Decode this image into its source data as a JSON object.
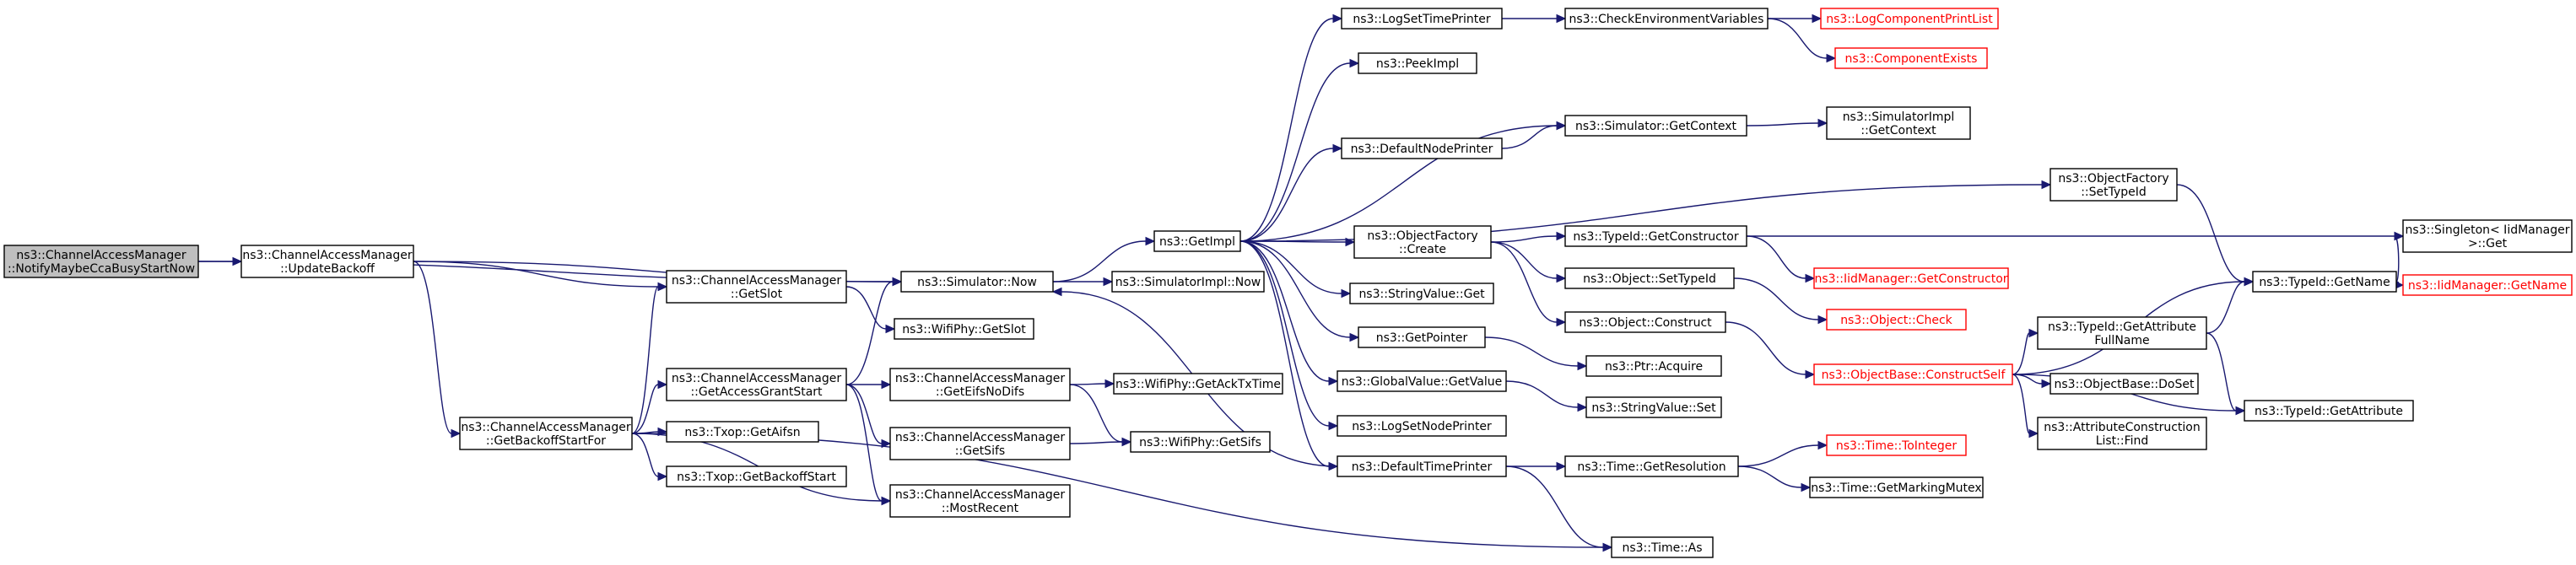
{
  "colors": {
    "edge": "#191970",
    "root_fill": "#bfbfbf",
    "truncated_border": "#ff0000",
    "node_border": "#000000"
  },
  "graph": {
    "nodes": [
      {
        "id": "root",
        "lines": [
          "ns3::ChannelAccessManager",
          "::NotifyMaybeCcaBusyStartNow"
        ],
        "root": true
      },
      {
        "id": "upd",
        "lines": [
          "ns3::ChannelAccessManager",
          "::UpdateBackoff"
        ]
      },
      {
        "id": "gbsf",
        "lines": [
          "ns3::ChannelAccessManager",
          "::GetBackoffStartFor"
        ]
      },
      {
        "id": "now",
        "lines": [
          "ns3::Simulator::Now"
        ]
      },
      {
        "id": "gslot",
        "lines": [
          "ns3::ChannelAccessManager",
          "::GetSlot"
        ]
      },
      {
        "id": "gags",
        "lines": [
          "ns3::ChannelAccessManager",
          "::GetAccessGrantStart"
        ]
      },
      {
        "id": "aifsn",
        "lines": [
          "ns3::Txop::GetAifsn"
        ]
      },
      {
        "id": "gbs",
        "lines": [
          "ns3::Txop::GetBackoffStart"
        ]
      },
      {
        "id": "getimpl",
        "lines": [
          "ns3::GetImpl"
        ]
      },
      {
        "id": "simimplnow",
        "lines": [
          "ns3::SimulatorImpl::Now"
        ]
      },
      {
        "id": "wgetslot",
        "lines": [
          "ns3::WifiPhy::GetSlot"
        ]
      },
      {
        "id": "geifs",
        "lines": [
          "ns3::ChannelAccessManager",
          "::GetEifsNoDifs"
        ]
      },
      {
        "id": "gsifs",
        "lines": [
          "ns3::ChannelAccessManager",
          "::GetSifs"
        ]
      },
      {
        "id": "mrecent",
        "lines": [
          "ns3::ChannelAccessManager",
          "::MostRecent"
        ]
      },
      {
        "id": "acktx",
        "lines": [
          "ns3::WifiPhy::GetAckTxTime"
        ]
      },
      {
        "id": "wsifs",
        "lines": [
          "ns3::WifiPhy::GetSifs"
        ]
      },
      {
        "id": "logtp",
        "lines": [
          "ns3::LogSetTimePrinter"
        ]
      },
      {
        "id": "peek",
        "lines": [
          "ns3::PeekImpl"
        ]
      },
      {
        "id": "defnode",
        "lines": [
          "ns3::DefaultNodePrinter"
        ]
      },
      {
        "id": "ofcreate",
        "lines": [
          "ns3::ObjectFactory",
          "::Create"
        ]
      },
      {
        "id": "svget",
        "lines": [
          "ns3::StringValue::Get"
        ]
      },
      {
        "id": "getptr",
        "lines": [
          "ns3::GetPointer"
        ]
      },
      {
        "id": "gvget",
        "lines": [
          "ns3::GlobalValue::GetValue"
        ]
      },
      {
        "id": "lognode",
        "lines": [
          "ns3::LogSetNodePrinter"
        ]
      },
      {
        "id": "deftime",
        "lines": [
          "ns3::DefaultTimePrinter"
        ]
      },
      {
        "id": "checkenv",
        "lines": [
          "ns3::CheckEnvironmentVariables"
        ]
      },
      {
        "id": "logcomp",
        "lines": [
          "ns3::LogComponentPrintList"
        ],
        "truncated": true
      },
      {
        "id": "compex",
        "lines": [
          "ns3::ComponentExists"
        ],
        "truncated": true
      },
      {
        "id": "simctx",
        "lines": [
          "ns3::Simulator::GetContext"
        ]
      },
      {
        "id": "simimplctx",
        "lines": [
          "ns3::SimulatorImpl",
          "::GetContext"
        ]
      },
      {
        "id": "ofsettype",
        "lines": [
          "ns3::ObjectFactory",
          "::SetTypeId"
        ]
      },
      {
        "id": "tgetctor",
        "lines": [
          "ns3::TypeId::GetConstructor"
        ]
      },
      {
        "id": "iidctor",
        "lines": [
          "ns3::IidManager::GetConstructor"
        ],
        "truncated": true
      },
      {
        "id": "osettype",
        "lines": [
          "ns3::Object::SetTypeId"
        ]
      },
      {
        "id": "ocheck",
        "lines": [
          "ns3::Object::Check"
        ],
        "truncated": true
      },
      {
        "id": "oconstruct",
        "lines": [
          "ns3::Object::Construct"
        ]
      },
      {
        "id": "pacq",
        "lines": [
          "ns3::Ptr::Acquire"
        ]
      },
      {
        "id": "svset",
        "lines": [
          "ns3::StringValue::Set"
        ]
      },
      {
        "id": "tres",
        "lines": [
          "ns3::Time::GetResolution"
        ]
      },
      {
        "id": "toint",
        "lines": [
          "ns3::Time::ToInteger"
        ],
        "truncated": true
      },
      {
        "id": "tmutex",
        "lines": [
          "ns3::Time::GetMarkingMutex"
        ]
      },
      {
        "id": "tas",
        "lines": [
          "ns3::Time::As"
        ]
      },
      {
        "id": "obcs",
        "lines": [
          "ns3::ObjectBase::ConstructSelf"
        ],
        "truncated": true
      },
      {
        "id": "tgetname",
        "lines": [
          "ns3::TypeId::GetName"
        ]
      },
      {
        "id": "singleton",
        "lines": [
          "ns3::Singleton< IidManager",
          ">::Get"
        ]
      },
      {
        "id": "iidname",
        "lines": [
          "ns3::IidManager::GetName"
        ],
        "truncated": true
      },
      {
        "id": "tgetattrfn",
        "lines": [
          "ns3::TypeId::GetAttribute",
          "FullName"
        ]
      },
      {
        "id": "tgetattr",
        "lines": [
          "ns3::TypeId::GetAttribute"
        ]
      },
      {
        "id": "obdoset",
        "lines": [
          "ns3::ObjectBase::DoSet"
        ]
      },
      {
        "id": "acl",
        "lines": [
          "ns3::AttributeConstruction",
          "List::Find"
        ]
      }
    ],
    "edges": [
      [
        "root",
        "upd"
      ],
      [
        "root",
        "now"
      ],
      [
        "upd",
        "now"
      ],
      [
        "upd",
        "gslot"
      ],
      [
        "upd",
        "gbsf"
      ],
      [
        "gbsf",
        "gslot"
      ],
      [
        "gbsf",
        "gags"
      ],
      [
        "gbsf",
        "aifsn"
      ],
      [
        "gbsf",
        "gbs"
      ],
      [
        "gbsf",
        "mrecent"
      ],
      [
        "gbsf",
        "tas"
      ],
      [
        "gslot",
        "wgetslot"
      ],
      [
        "gags",
        "now"
      ],
      [
        "gags",
        "geifs"
      ],
      [
        "gags",
        "gsifs"
      ],
      [
        "gags",
        "mrecent"
      ],
      [
        "geifs",
        "acktx"
      ],
      [
        "geifs",
        "wsifs"
      ],
      [
        "gsifs",
        "wsifs"
      ],
      [
        "now",
        "getimpl"
      ],
      [
        "now",
        "simimplnow"
      ],
      [
        "getimpl",
        "logtp"
      ],
      [
        "getimpl",
        "peek"
      ],
      [
        "getimpl",
        "defnode"
      ],
      [
        "getimpl",
        "ofcreate"
      ],
      [
        "getimpl",
        "svget"
      ],
      [
        "getimpl",
        "getptr"
      ],
      [
        "getimpl",
        "gvget"
      ],
      [
        "getimpl",
        "lognode"
      ],
      [
        "getimpl",
        "deftime"
      ],
      [
        "getimpl",
        "ofsettype"
      ],
      [
        "getimpl",
        "simctx"
      ],
      [
        "logtp",
        "checkenv"
      ],
      [
        "checkenv",
        "logcomp"
      ],
      [
        "checkenv",
        "compex"
      ],
      [
        "defnode",
        "simctx"
      ],
      [
        "simctx",
        "simimplctx"
      ],
      [
        "ofcreate",
        "tgetctor"
      ],
      [
        "ofcreate",
        "osettype"
      ],
      [
        "ofcreate",
        "oconstruct"
      ],
      [
        "tgetctor",
        "iidctor"
      ],
      [
        "tgetctor",
        "singleton"
      ],
      [
        "osettype",
        "ocheck"
      ],
      [
        "oconstruct",
        "obcs"
      ],
      [
        "getptr",
        "pacq"
      ],
      [
        "gvget",
        "svset"
      ],
      [
        "deftime",
        "now"
      ],
      [
        "deftime",
        "tres"
      ],
      [
        "deftime",
        "tas"
      ],
      [
        "tres",
        "toint"
      ],
      [
        "tres",
        "tmutex"
      ],
      [
        "ofsettype",
        "tgetname"
      ],
      [
        "obcs",
        "tgetname"
      ],
      [
        "obcs",
        "tgetattrfn"
      ],
      [
        "obcs",
        "obdoset"
      ],
      [
        "obcs",
        "acl"
      ],
      [
        "obcs",
        "tgetattr"
      ],
      [
        "tgetattrfn",
        "tgetname"
      ],
      [
        "tgetattrfn",
        "tgetattr"
      ],
      [
        "tgetname",
        "singleton"
      ],
      [
        "tgetname",
        "iidname"
      ]
    ]
  }
}
